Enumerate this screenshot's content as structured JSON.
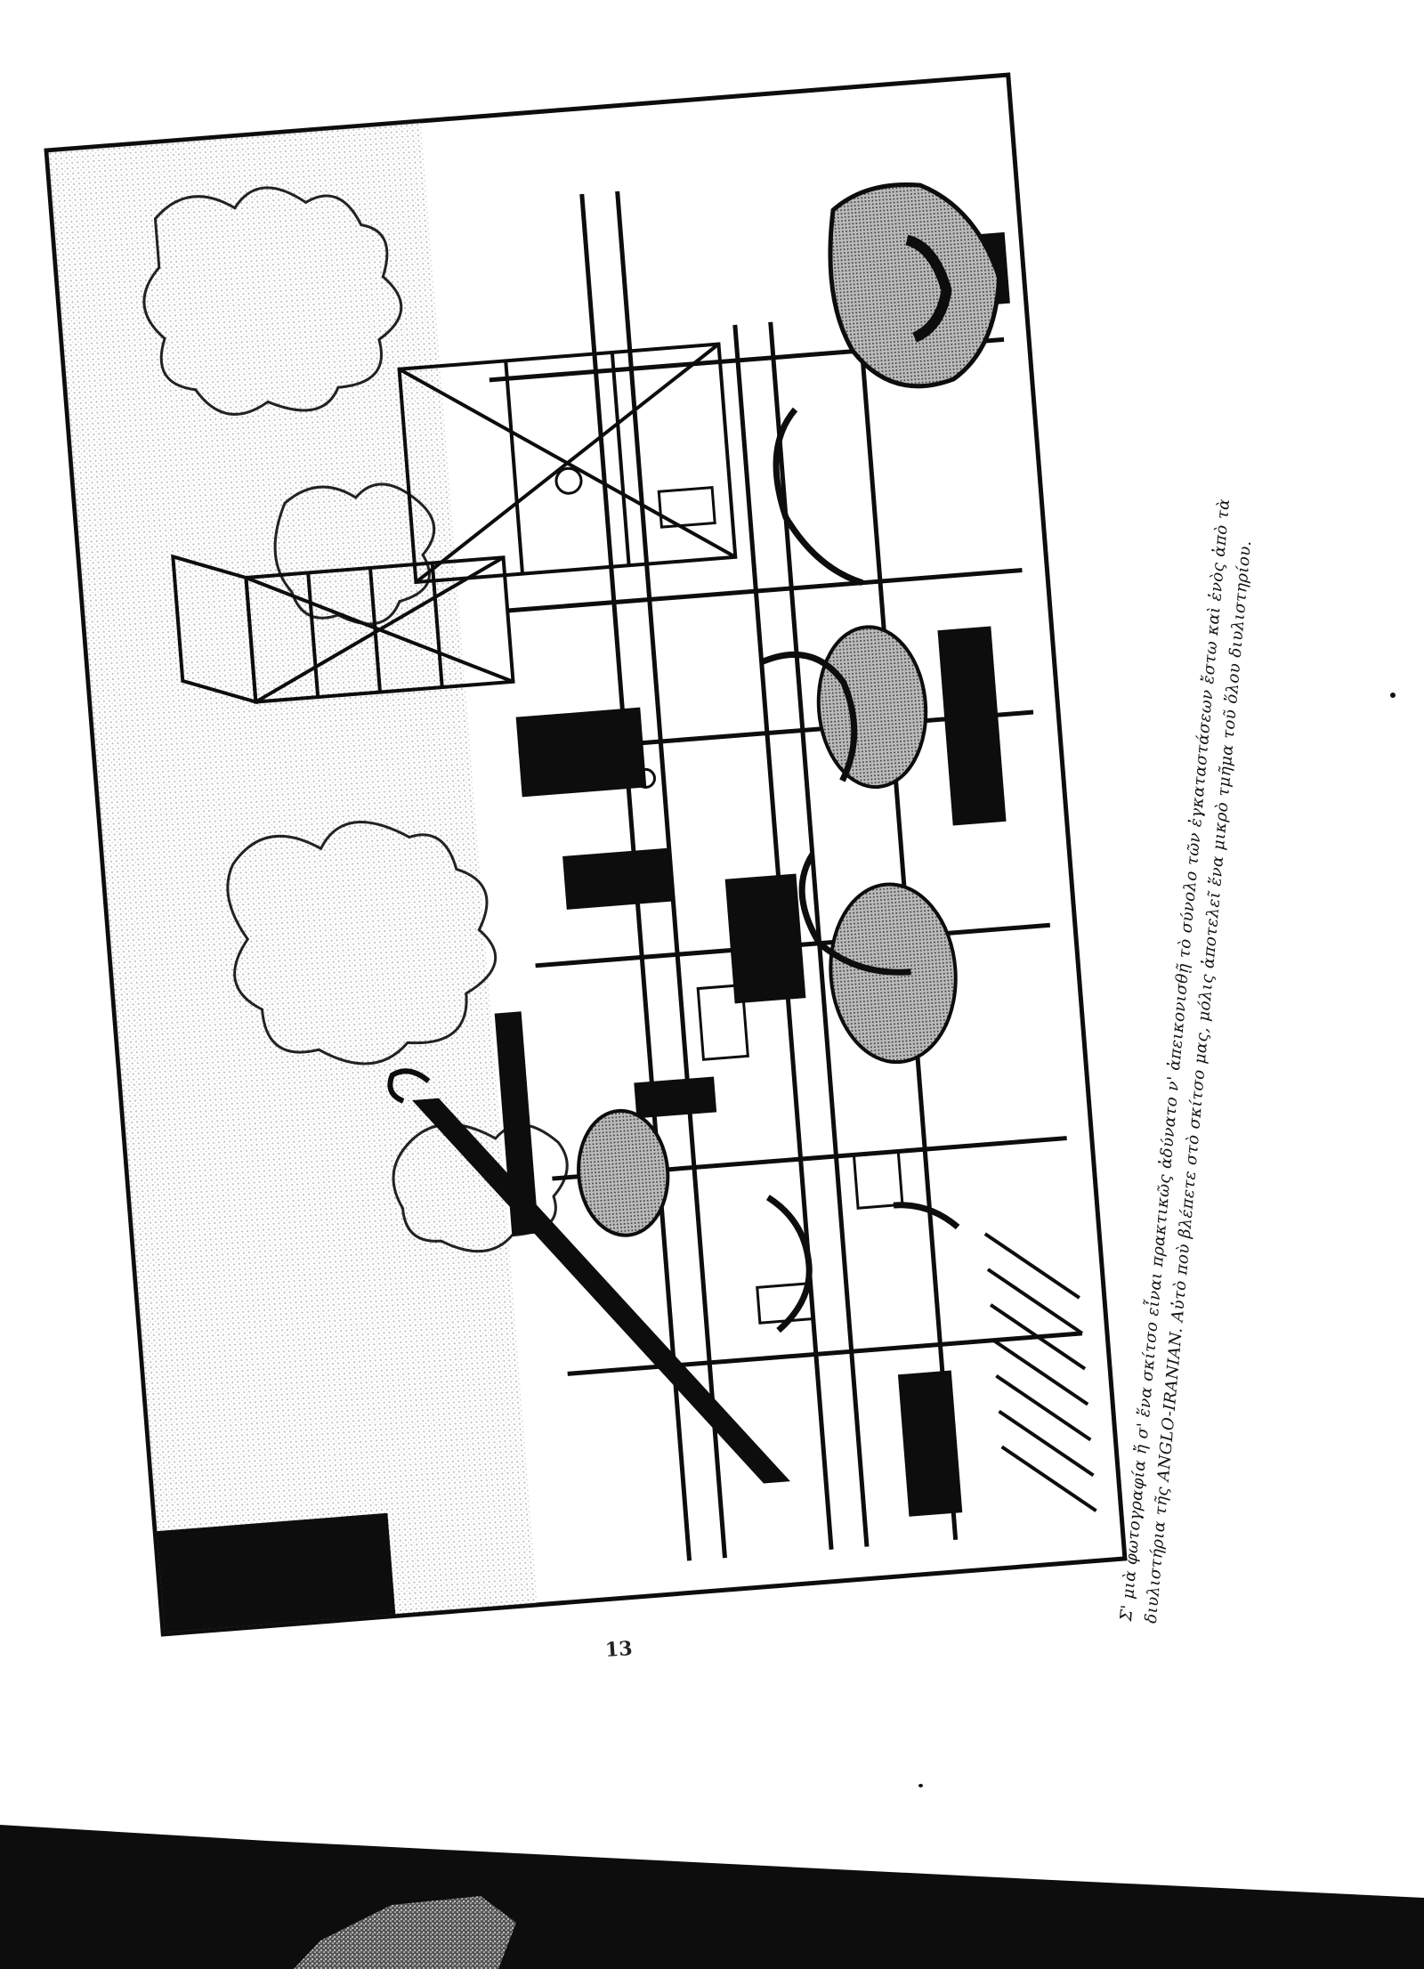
{
  "document": {
    "caption_lines": [
      "Σ' μιὰ φωτογραφία ἤ σ' ἕνα σκίτσο εἶναι πρακτικῶς ἀδύνατο ν' ἀπεικονισθῇ τὸ σύνολο τῶν ἐγκαταστάσεων ἔστω καὶ ἑνὸς ἀπὸ τὰ",
      "διυλιστήρια τῆς ANGLO-IRANIAN. Αὐτὸ ποὺ βλέπετε στὸ σκίτσο μας, μόλις ἀποτελεῖ ἕνα μικρὸ τμῆμα τοῦ ὅλου διυλιστηρίου."
    ],
    "page_number": "13"
  },
  "colors": {
    "ink": "#0d0d0d",
    "paper": "#ffffff"
  }
}
